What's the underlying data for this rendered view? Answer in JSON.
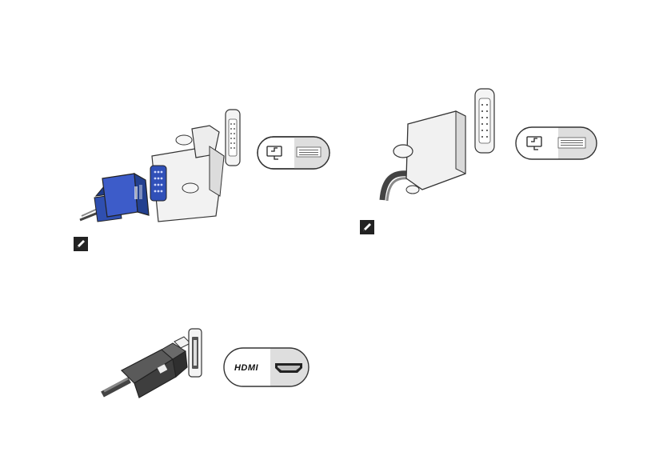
{
  "figures": {
    "vga_to_dvi": {
      "icon": "vga-to-dvi-adapter-illustration"
    },
    "dvi": {
      "icon": "dvi-cable-illustration"
    },
    "hdmi": {
      "icon": "hdmi-cable-illustration",
      "port_label": "HDMI"
    }
  },
  "notes": [
    {
      "icon": "pencil-note-icon"
    },
    {
      "icon": "pencil-note-icon"
    }
  ],
  "colors": {
    "vga_blue": "#2f4fb0",
    "outline": "#333333",
    "connector_gray": "#e8e8e8",
    "hdmi_plug": "#4a4a4a"
  }
}
